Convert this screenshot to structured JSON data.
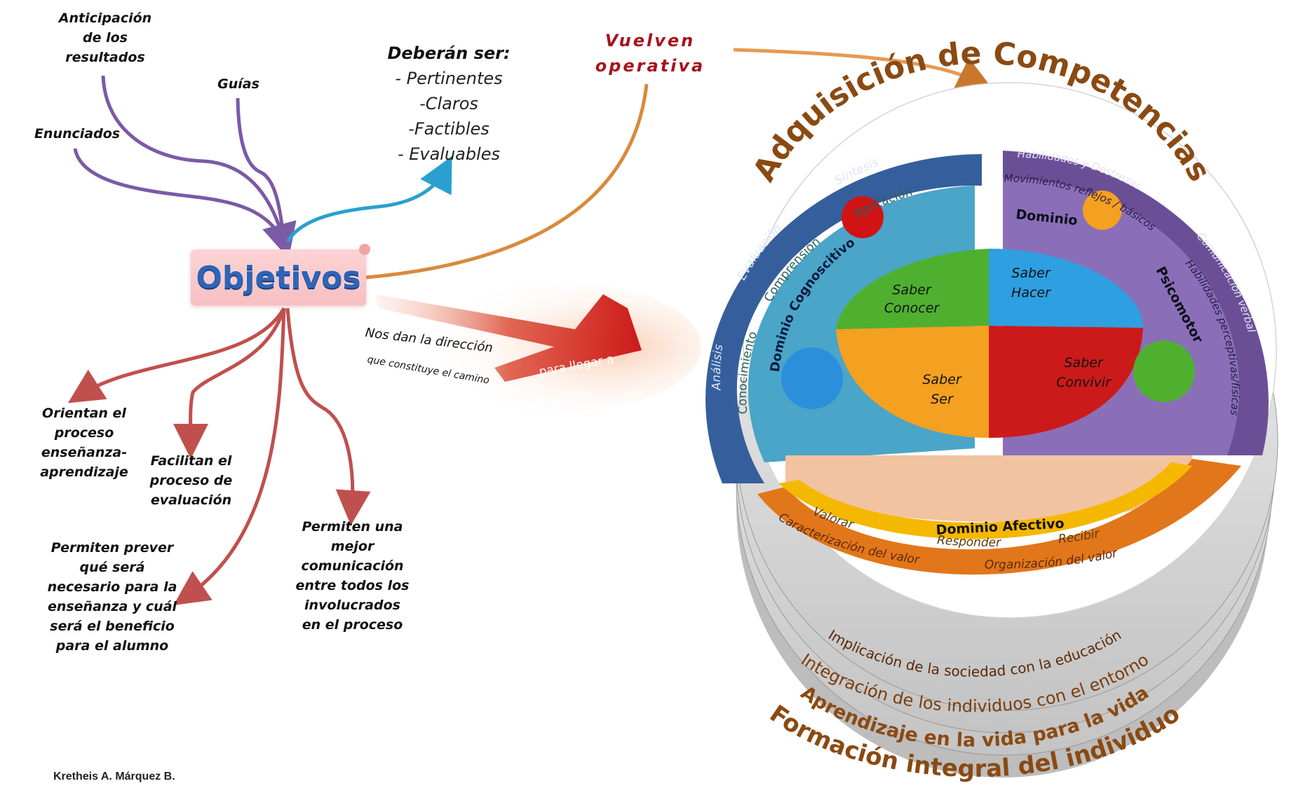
{
  "mindmap": {
    "center": "Objetivos",
    "top_branches": [
      {
        "label": "Anticipación\nde los\nresultados"
      },
      {
        "label": "Guías"
      },
      {
        "label": "Enunciados"
      }
    ],
    "deberan": {
      "title": "Deberán ser:",
      "items": [
        "- Pertinentes",
        "-Claros",
        "-Factibles",
        "- Evaluables"
      ]
    },
    "vuelven": "Vuelven\noperativa",
    "direction": {
      "line1": "Nos dan la dirección",
      "line2": "que constituye el camino",
      "arrow_label": "para llegar a"
    },
    "bottom_branches": [
      {
        "label": "Orientan el\nproceso\nenseñanza-\naprendizaje"
      },
      {
        "label": "Facilitan el\nproceso de\nevaluación"
      },
      {
        "label": "Permiten prever\nqué será\nnecesario para la\nenseñanza y cuál\nserá el beneficio\npara el alumno"
      },
      {
        "label": "Permiten una\nmejor\ncomunicación\nentre todos los\ninvolucrados\nen el proceso"
      }
    ],
    "colors": {
      "top_branch": "#7b5aa6",
      "blue_branch": "#2aa0d0",
      "orange_branch": "#d98a3c",
      "bottom_branch": "#c0504d",
      "vuelven": "#a8121d"
    }
  },
  "competencias": {
    "title": "Adquisición de Competencias",
    "cognitive": {
      "domain": "Dominio Cognoscitivo",
      "outer": [
        "Análisis",
        "Evaluación",
        "Síntesis"
      ],
      "inner": [
        "Conocimiento",
        "Comprensión",
        "Aplicación"
      ]
    },
    "psychomotor": {
      "domain_line1": "Dominio",
      "domain_line2": "Psicomotor",
      "outer": [
        "Habilidades y Destrezas",
        "Comunicación verbal"
      ],
      "inner": [
        "Movimientos reflejos / básicos",
        "Habilidades perceptivas/físicas"
      ]
    },
    "affective": {
      "domain": "Dominio Afectivo",
      "inner": [
        "Valorar",
        "Responder",
        "Recibir"
      ],
      "outer": [
        "Caracterización del valor",
        "Organización del valor"
      ]
    },
    "puzzle": [
      {
        "line1": "Saber",
        "line2": "Conocer",
        "color": "#4fb030"
      },
      {
        "line1": "Saber",
        "line2": "Hacer",
        "color": "#2e9fe0"
      },
      {
        "line1": "Saber",
        "line2": "Ser",
        "color": "#f4a020"
      },
      {
        "line1": "Saber",
        "line2": "Convivir",
        "color": "#cc1a1a"
      }
    ],
    "layers": [
      "Implicación de la sociedad con la educación",
      "Integración de los individuos con el entorno",
      "Aprendizaje en la vida para la vida",
      "Formación integral del individuo"
    ],
    "colors": {
      "title": "#8a4a12",
      "cognitive_outer": "#355f9c",
      "cognitive_inner": "#4aa5c8",
      "psychomotor_outer": "#6a4f96",
      "psychomotor_inner": "#8a6fb8",
      "affective_outer": "#e2761a",
      "affective_inner": "#f5b800",
      "affective_fill": "#f2c3a0",
      "layer_text": "#8a4a12"
    }
  },
  "credit": "Kretheis A. Márquez B."
}
